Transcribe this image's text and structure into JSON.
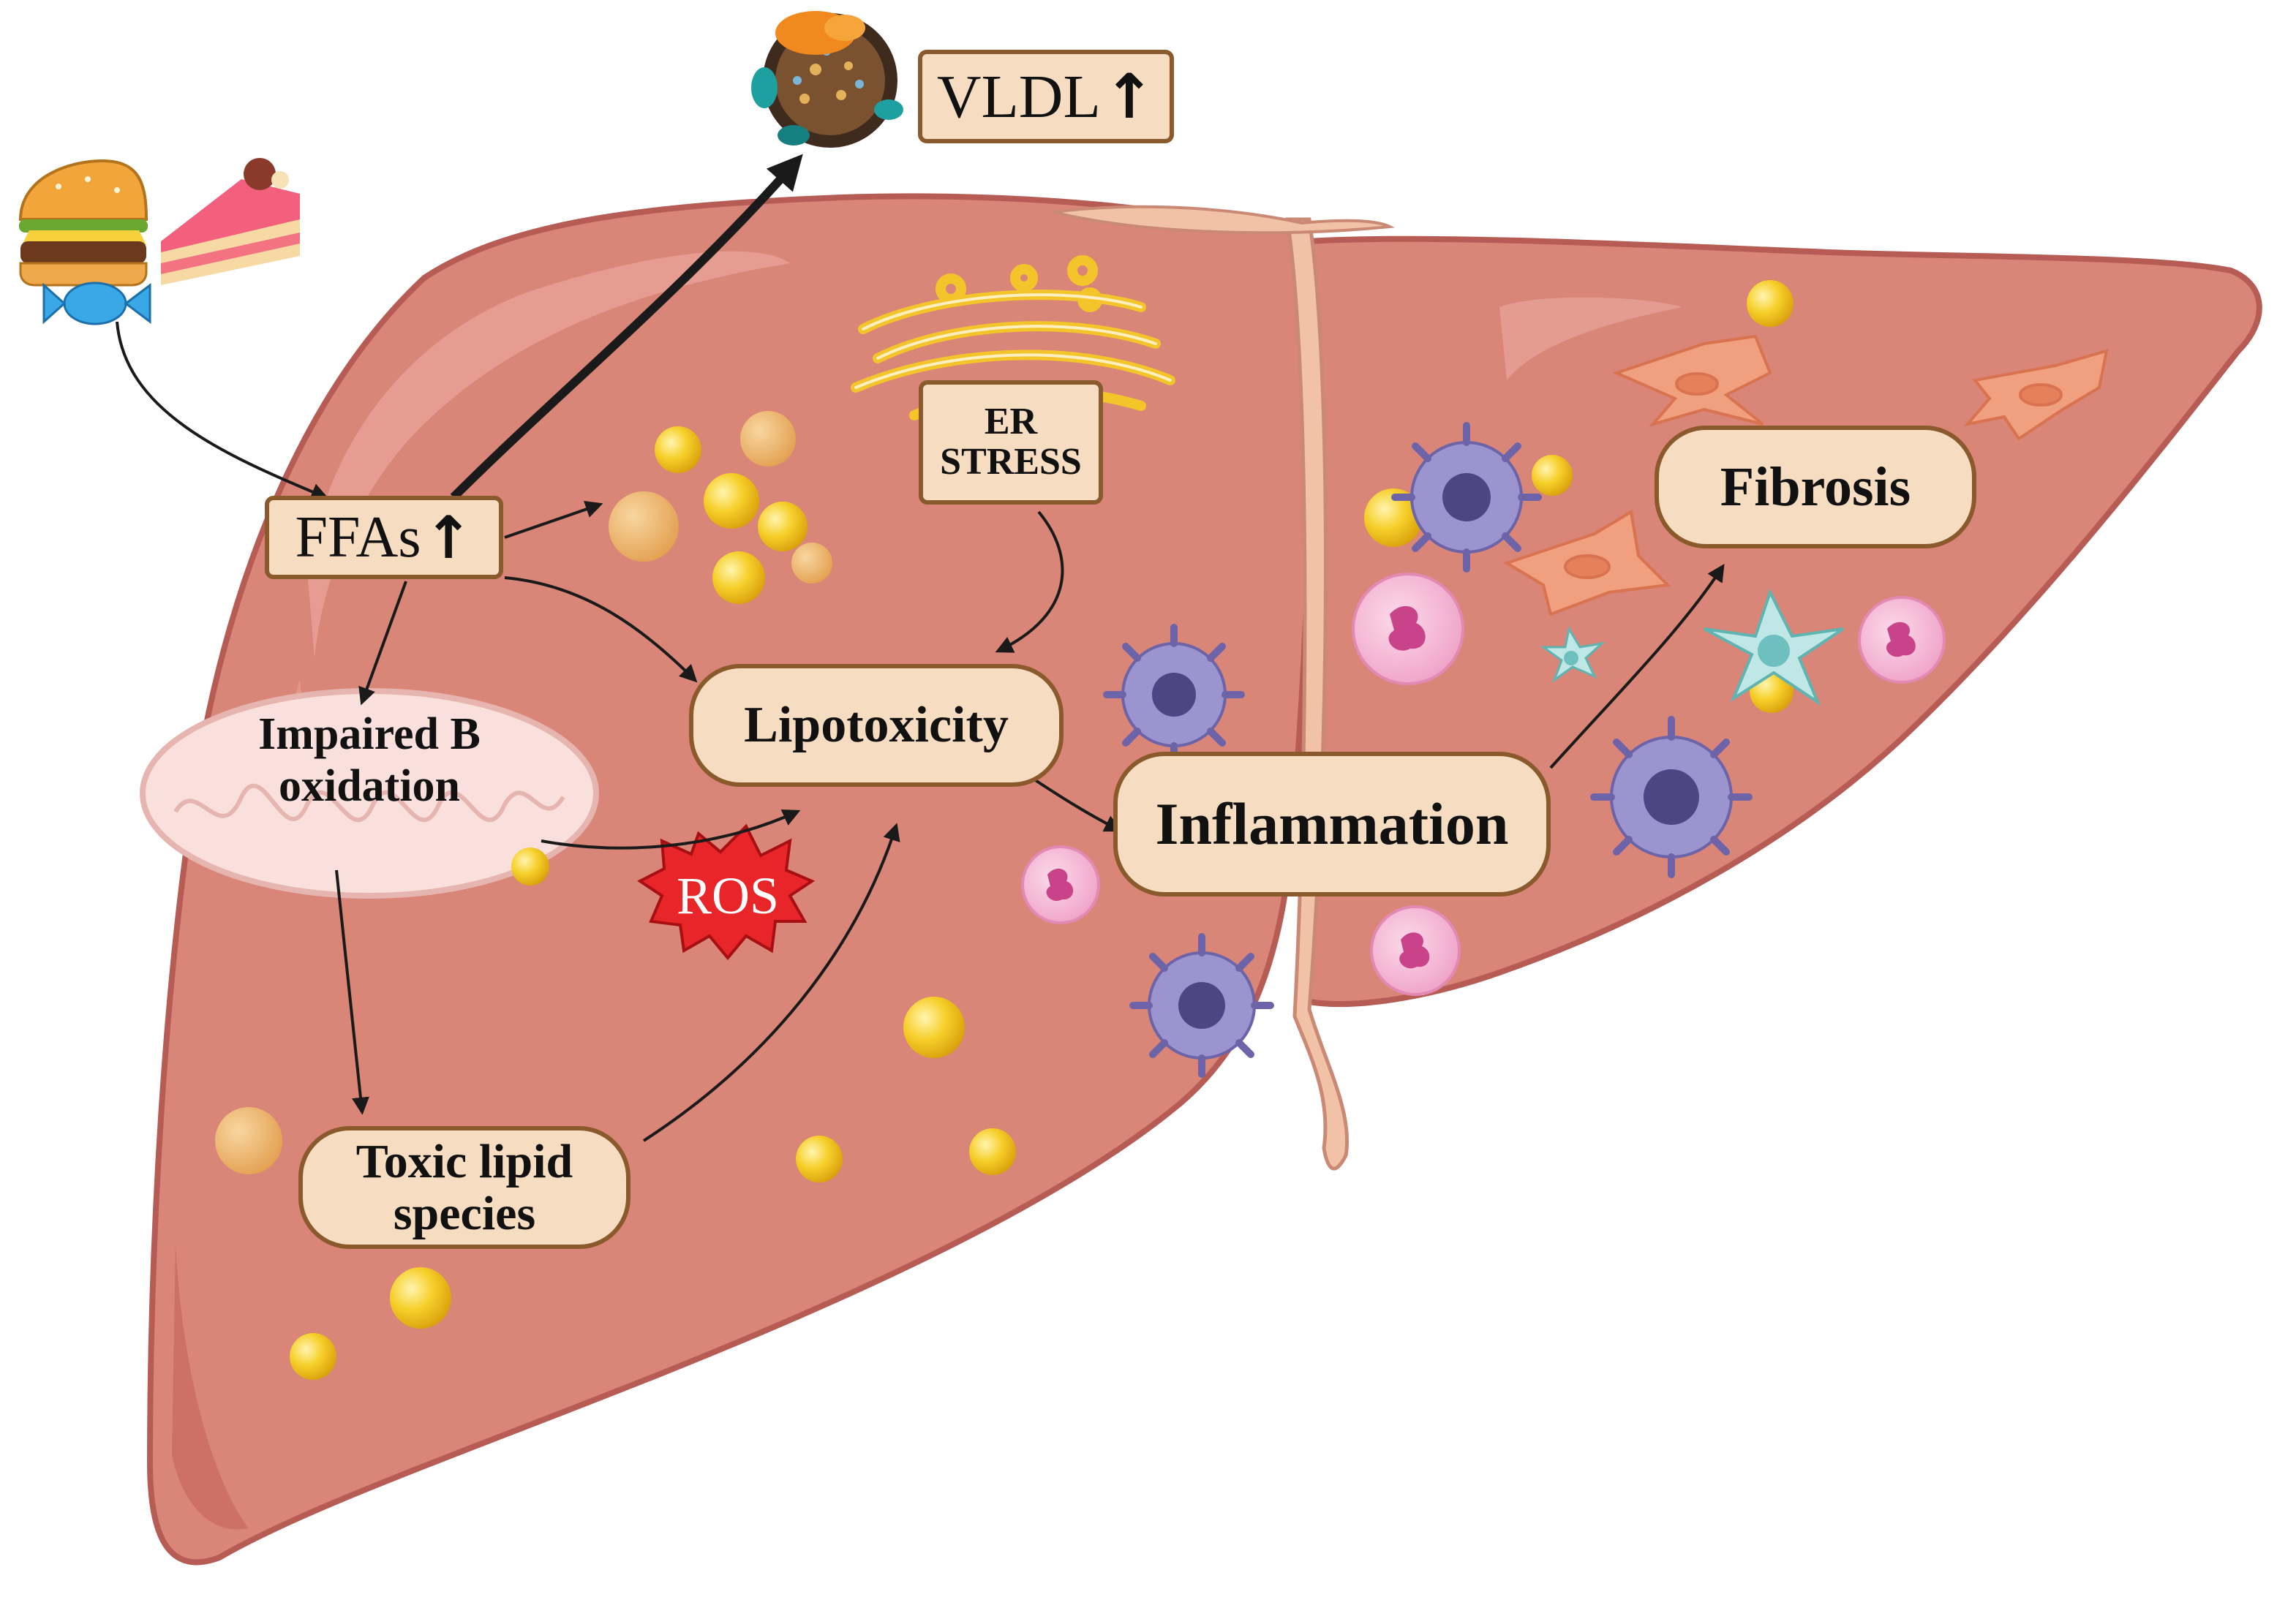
{
  "diagram": {
    "labels": {
      "vldl": "VLDL",
      "ffas": "FFAs",
      "er_stress_line1": "ER",
      "er_stress_line2": "STRESS",
      "impaired_line1": "Impaired B",
      "impaired_line2": "oxidation",
      "lipotoxicity": "Lipotoxicity",
      "ros": "ROS",
      "inflammation": "Inflammation",
      "fibrosis": "Fibrosis",
      "toxic_line1": "Toxic lipid",
      "toxic_line2": "species"
    },
    "up_arrow": "↑",
    "icons": [
      "burger-icon",
      "cake-icon",
      "candy-icon",
      "vldl-particle-icon",
      "er-organelle-icon",
      "mitochondrion-icon",
      "ros-burst-icon",
      "lipid-droplet-icon",
      "macrophage-icon",
      "neutrophil-icon",
      "stellate-cell-icon",
      "dendritic-cell-icon",
      "fibroblast-icon",
      "liver-icon"
    ],
    "colors": {
      "liver": "#d98577",
      "liver_edge": "#b75c55",
      "label_fill": "#f6dcc0",
      "label_border": "#8a5a2c",
      "lipid": "#f3c522",
      "ros": "#e8262a",
      "macrophage": "#7d74b8",
      "neutrophil": "#f0a5c8",
      "fibroblast": "#f0a07e",
      "arrow": "#1a1a1a"
    }
  }
}
